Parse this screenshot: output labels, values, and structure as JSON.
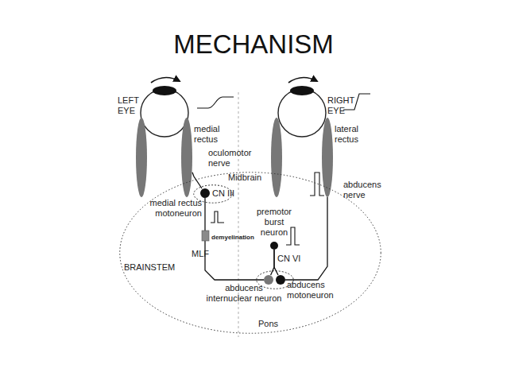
{
  "diagram": {
    "title": "MECHANISM",
    "nodes": [
      {
        "text": [
          "medial rectus"
        ]
      },
      {
        "text": [
          "lateral rectus"
        ]
      },
      {
        "text": [
          "BRAINSTEM"
        ]
      },
      {
        "text": [
          "CN III"
        ],
        "in": 2
      },
      {
        "text": [
          "medial rectus motoneuron"
        ],
        "in": 3
      },
      {
        "text": [
          "premotor burst neuron"
        ],
        "in": 2
      },
      {
        "text": [
          "CN VI"
        ],
        "in": 2
      },
      {
        "text": [
          "abducens internuclear neuron"
        ],
        "in": 6
      },
      {
        "text": [
          "abducens motoneuron"
        ],
        "in": 6
      }
    ],
    "edges": [
      {
        "from": 4,
        "to": 0,
        "arrow": "none",
        "label": "oculomotor nerve"
      },
      {
        "from": 7,
        "to": 4,
        "arrow": "none",
        "label": "MLF"
      },
      {
        "from": 5,
        "to": 7,
        "arrow": "none"
      },
      {
        "from": 5,
        "to": 8,
        "arrow": "none"
      },
      {
        "from": 8,
        "to": 1,
        "arrow": "none",
        "label": "abducens nerve"
      }
    ],
    "labels": [
      "LEFT EYE",
      "RIGHT EYE",
      "Midbrain",
      "demyelination",
      "Pons"
    ]
  }
}
